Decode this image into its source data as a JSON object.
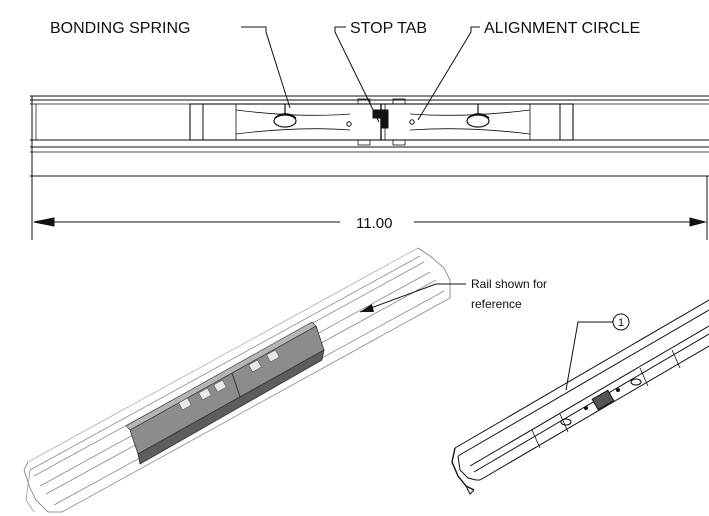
{
  "callouts": {
    "bonding_spring": "BONDING SPRING",
    "stop_tab": "STOP TAB",
    "alignment_circle": "ALIGNMENT CIRCLE"
  },
  "dimension": {
    "length": "11.00"
  },
  "note": {
    "line1": "Rail shown for",
    "line2": "reference"
  },
  "balloon": {
    "item": "1"
  }
}
